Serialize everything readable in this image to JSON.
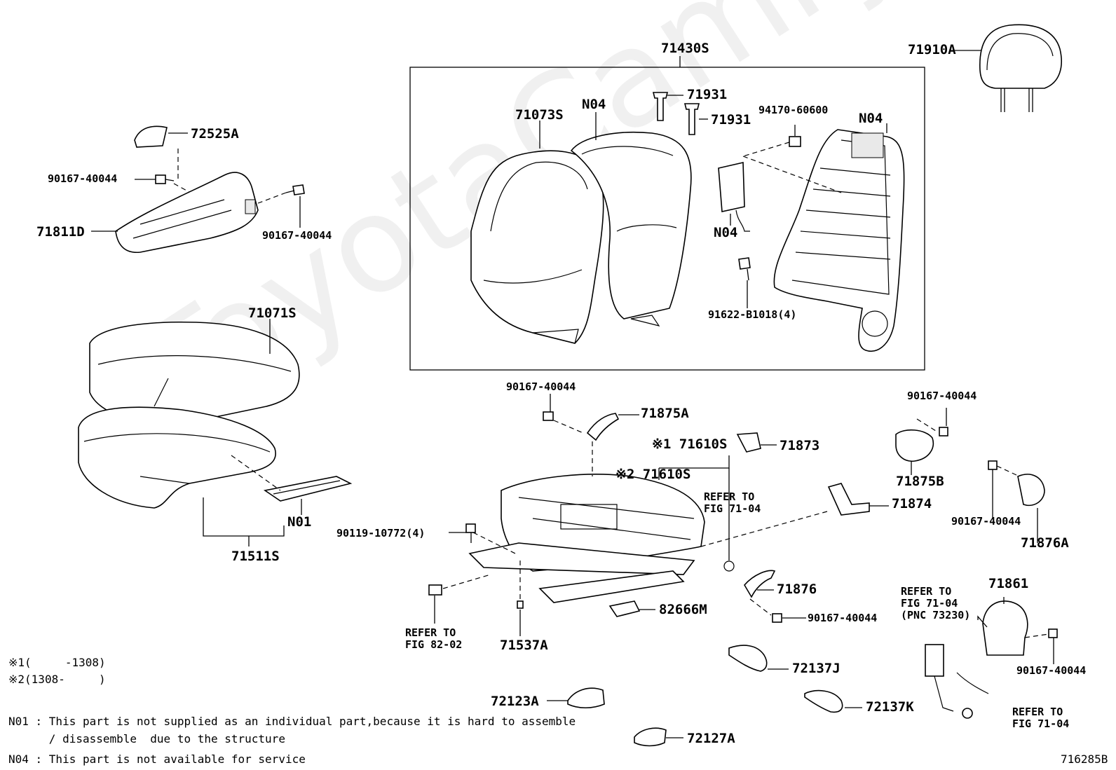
{
  "watermark": "ToyotaCamry.ru",
  "figure_id": "716285B",
  "labels": {
    "p71430S": "71430S",
    "p71910A": "71910A",
    "p71931a": "71931",
    "p71931b": "71931",
    "p71073S": "71073S",
    "pN04a": "N04",
    "pN04b": "N04",
    "pN04c": "N04",
    "p94170": "94170-60600",
    "p91622": "91622-B1018(4)",
    "p72525A": "72525A",
    "p90167a": "90167-40044",
    "p90167b": "90167-40044",
    "p71811D": "71811D",
    "p71071S": "71071S",
    "pN01": "N01",
    "p71511S": "71511S",
    "p90167c": "90167-40044",
    "p71875A": "71875A",
    "p71610S1": "※1 71610S",
    "p71610S2": "※2 71610S",
    "p71873": "71873",
    "p90167d": "90167-40044",
    "p71875B": "71875B",
    "p71874": "71874",
    "p90119": "90119-10772(4)",
    "p90167e": "90167-40044",
    "p71876A": "71876A",
    "p71876": "71876",
    "p90167f": "90167-40044",
    "p82666M": "82666M",
    "p71537A": "71537A",
    "p71861": "71861",
    "p90167g": "90167-40044",
    "p72137J": "72137J",
    "p72123A": "72123A",
    "p72137K": "72137K",
    "p72127A": "72127A"
  },
  "refs": {
    "r1": "REFER TO\nFIG 71-04",
    "r2": "REFER TO\nFIG 82-02",
    "r3": "REFER TO\nFIG 71-04\n(PNC 73230)",
    "r4": "REFER TO\nFIG 71-04"
  },
  "notes": {
    "n1": "※1(     -1308)",
    "n2": "※2(1308-     )",
    "n3": "N01 : This part is not supplied as an individual part,because it is hard to assemble",
    "n4": "      / disassemble  due to the structure",
    "n5": "N04 : This part is not available for service"
  }
}
